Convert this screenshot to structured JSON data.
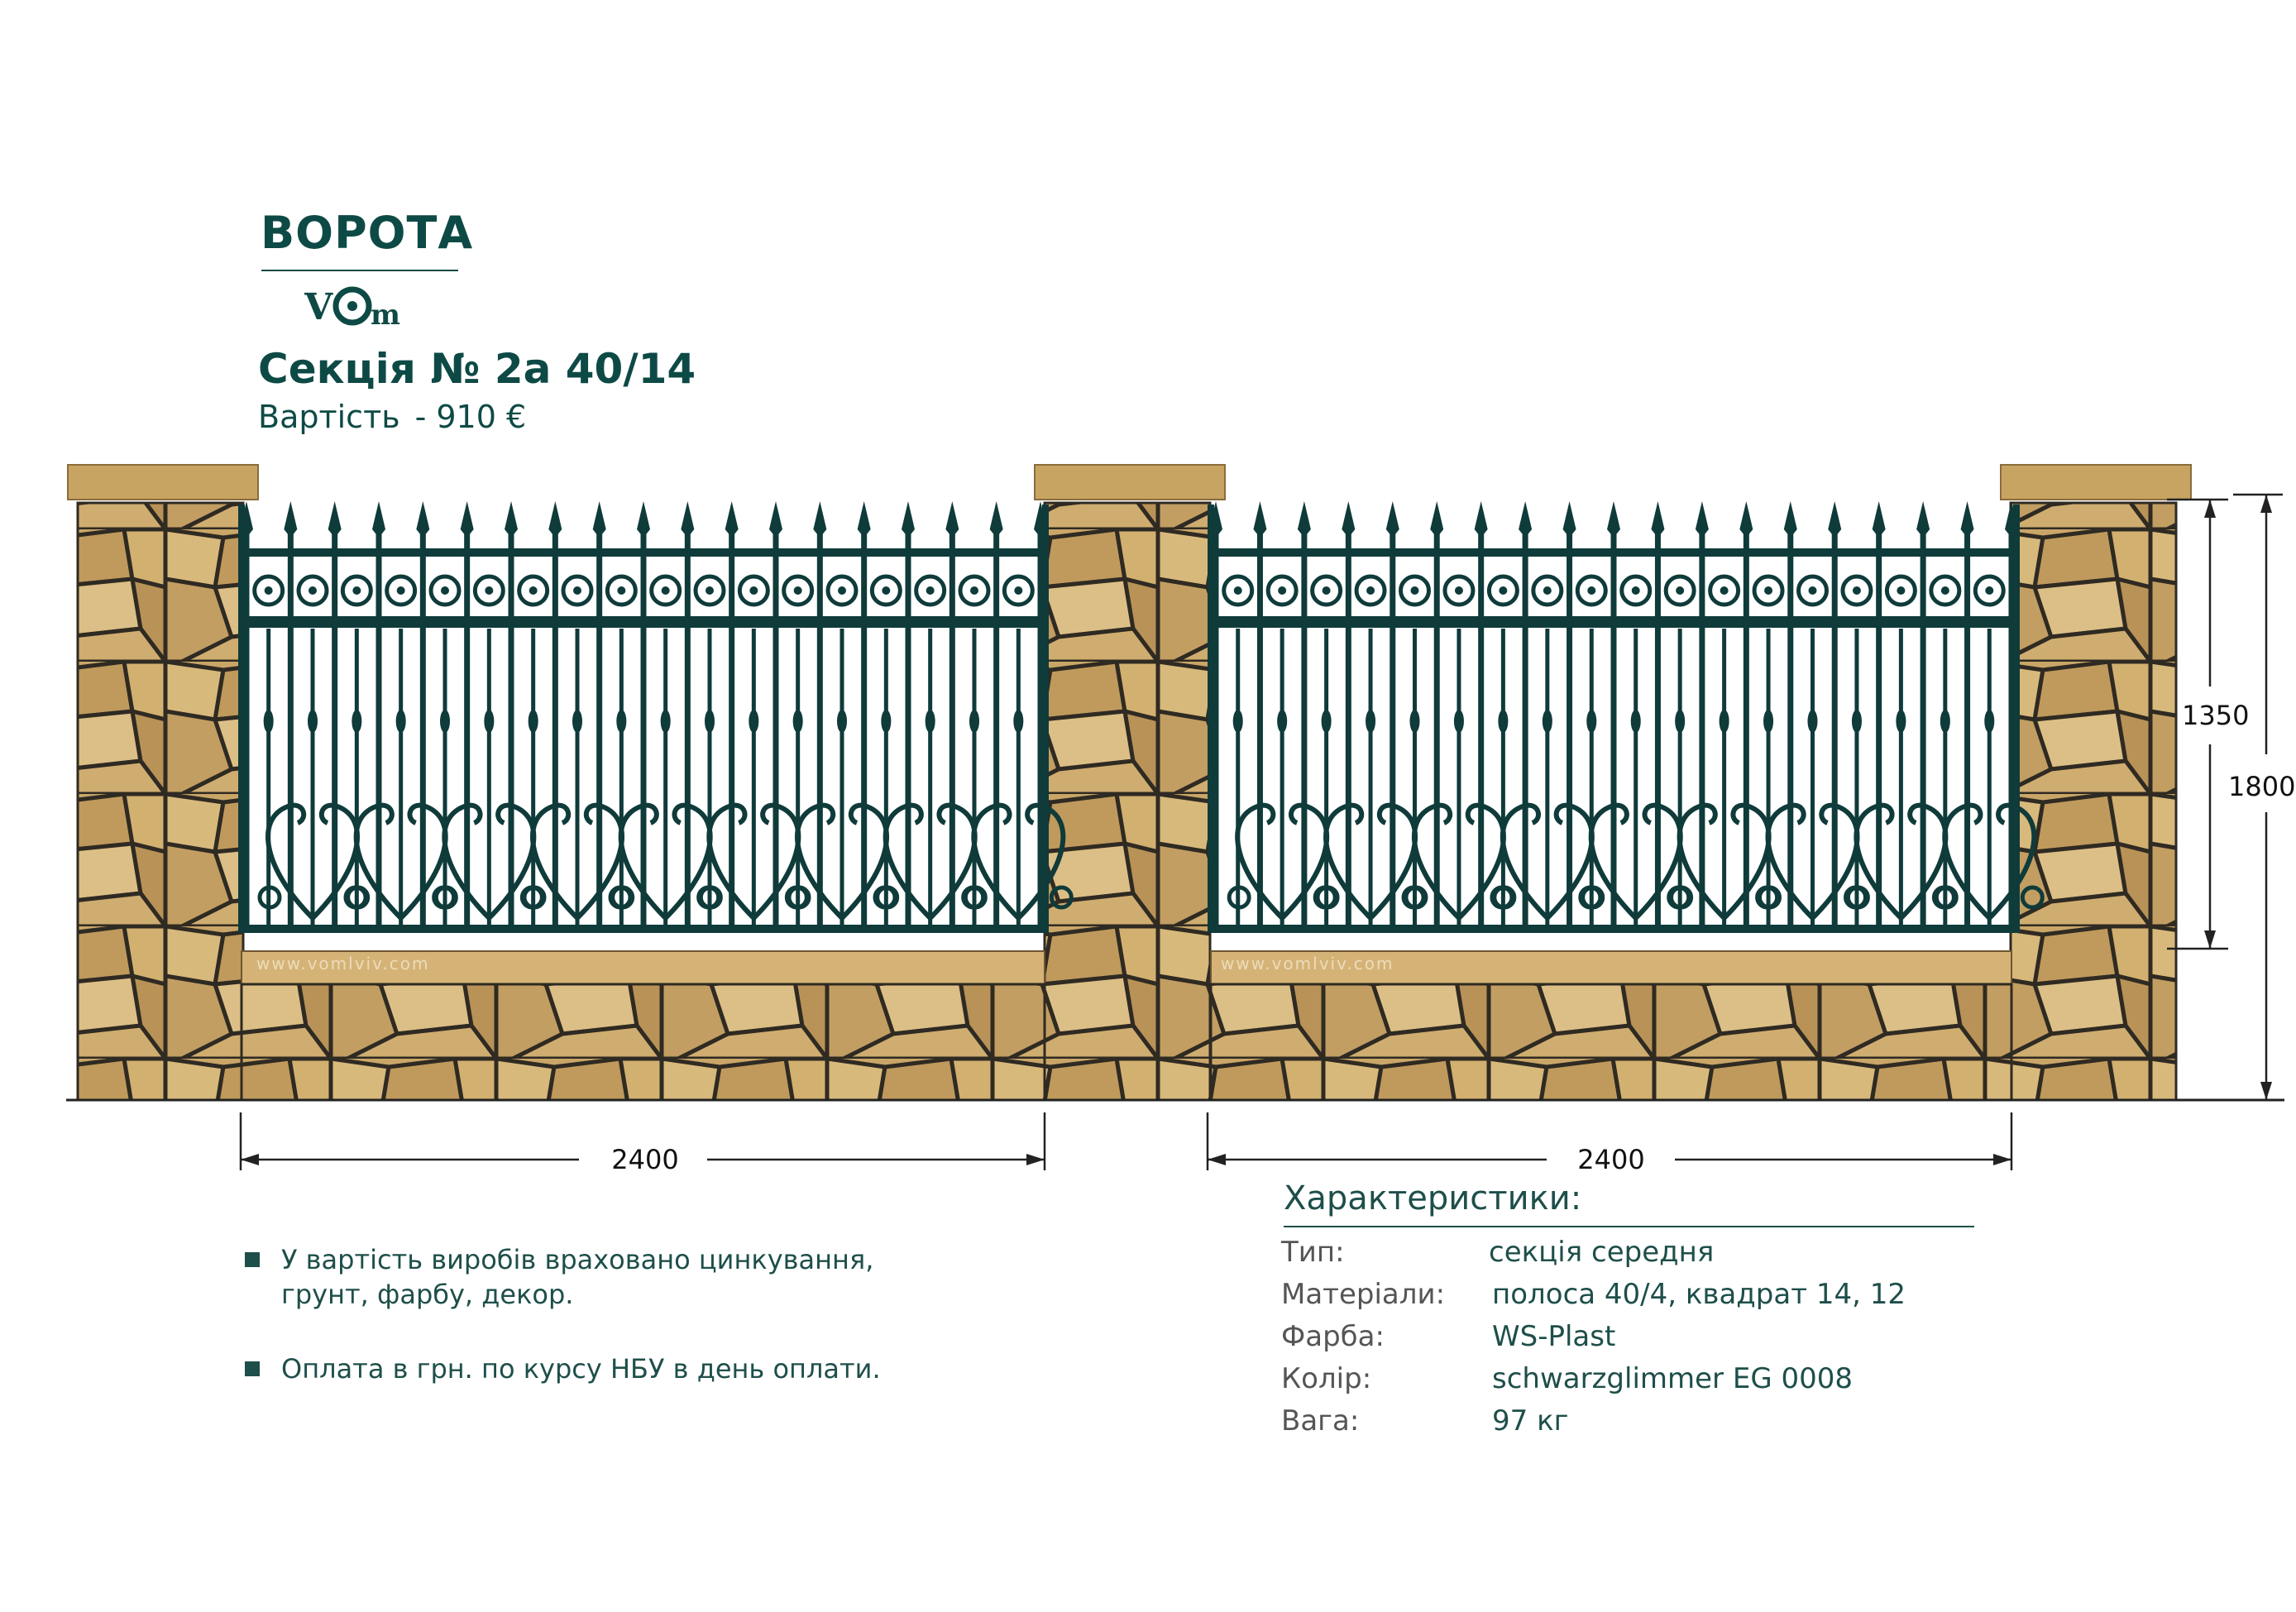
{
  "brand": {
    "title": "ВОРОТА",
    "logo_text": "VOm"
  },
  "product": {
    "section_title": "Секція № 2а 40/14",
    "price_label": "Вартість",
    "price_value": "- 910 €"
  },
  "drawing": {
    "width_left": "2400",
    "width_right": "2400",
    "height_panel": "1350",
    "height_total": "1800",
    "watermark_left": "www.vomlviv.com",
    "watermark_right": "www.vomlviv.com"
  },
  "notes": [
    "У вартість виробів враховано цинкування, грунт, фарбу, декор.",
    "Оплата в грн. по курсу НБУ в день оплати."
  ],
  "specs": {
    "title": "Характеристики:",
    "rows": [
      {
        "label": "Тип:",
        "value": "секція середня"
      },
      {
        "label": "Матеріали:",
        "value": "полоса 40/4, квадрат 14, 12"
      },
      {
        "label": "Фарба:",
        "value": "WS-Plast"
      },
      {
        "label": "Колір:",
        "value": "schwarzglimmer EG 0008"
      },
      {
        "label": "Вага:",
        "value": "97 кг"
      }
    ]
  },
  "colors": {
    "brand": "#0e4a45",
    "iron": "#0f3b3a",
    "stone": "#c9a668",
    "cap": "#c8a463"
  }
}
